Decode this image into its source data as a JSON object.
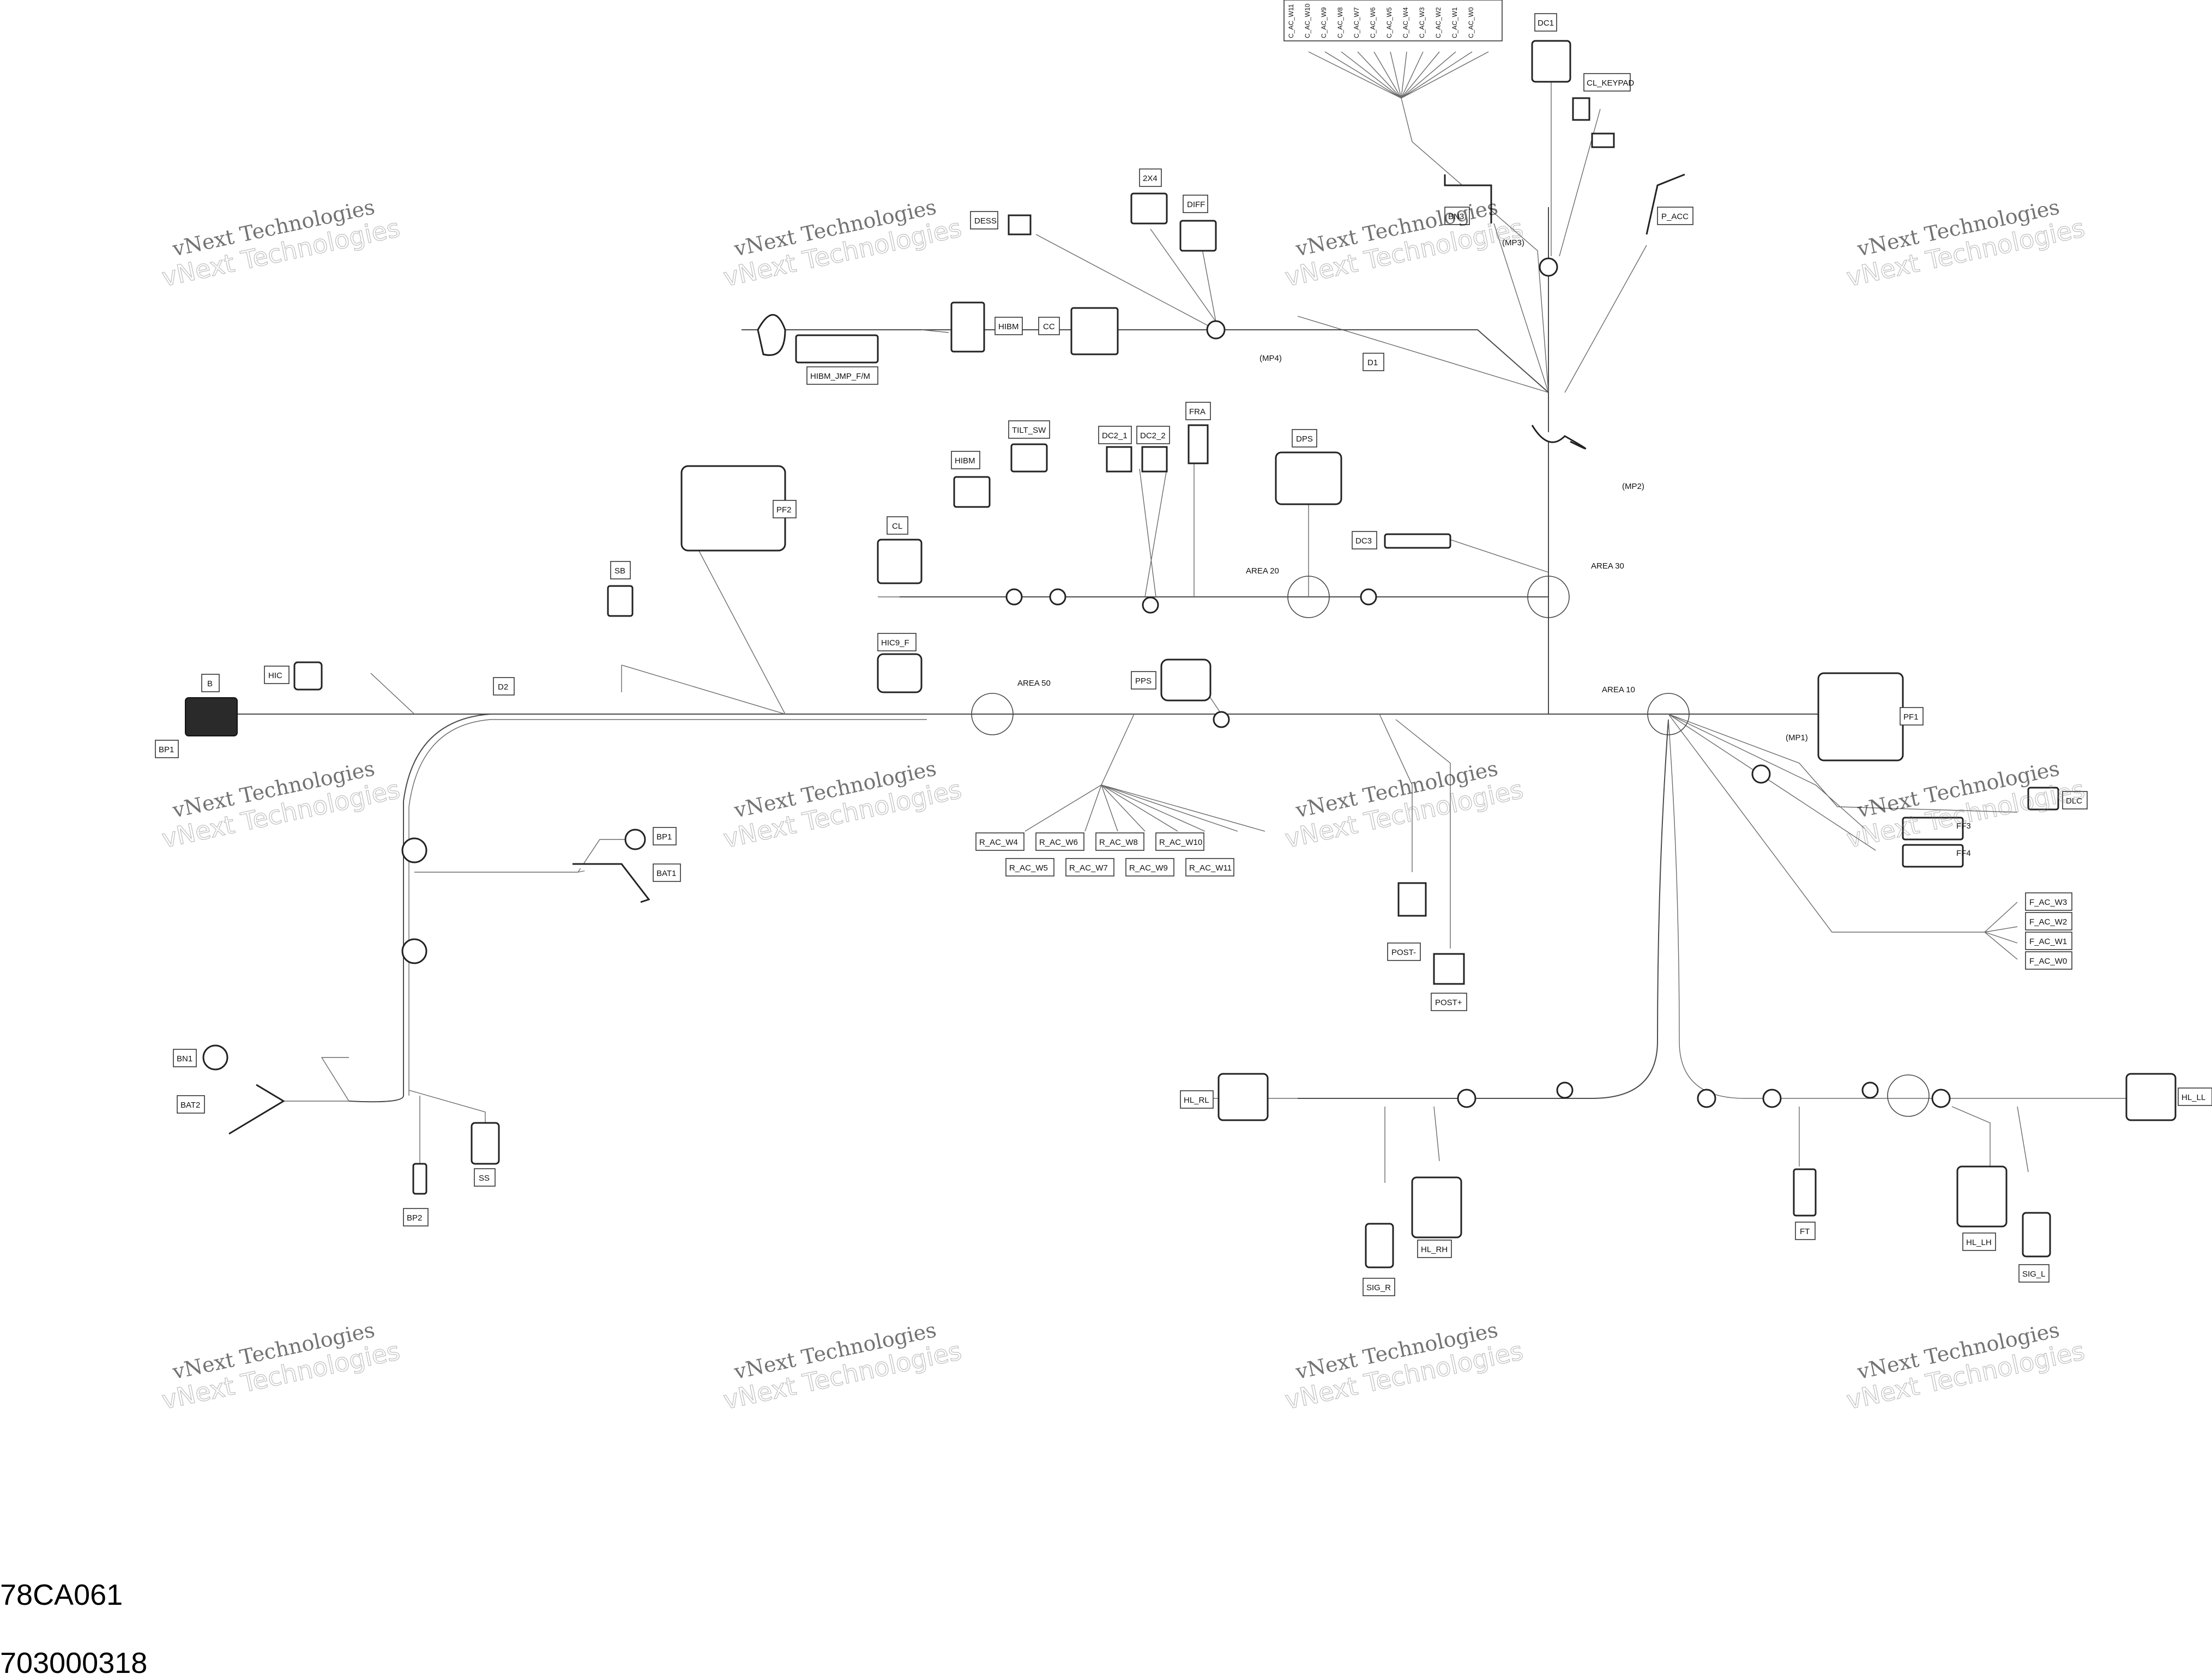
{
  "watermark": {
    "line1": "vNext Technologies",
    "line2": "vNext Technologies"
  },
  "connectors": {
    "c_ac": [
      "C_AC_W11",
      "C_AC_W10",
      "C_AC_W9",
      "C_AC_W8",
      "C_AC_W7",
      "C_AC_W6",
      "C_AC_W5",
      "C_AC_W4",
      "C_AC_W3",
      "C_AC_W2",
      "C_AC_W1",
      "C_AC_W0"
    ],
    "dc1": "DC1",
    "cl_keypad": "CL_KEYPAD",
    "bn3": "BN3",
    "mp3": "(MP3)",
    "p_acc": "P_ACC",
    "twox4": "2X4",
    "diff": "DIFF",
    "dess": "DESS",
    "hibm_top": "HIBM",
    "cc": "CC",
    "mp4": "(MP4)",
    "d1": "D1",
    "hibm_jmp": "HIBM_JMP_F/M",
    "mp2": "(MP2)",
    "tilt_sw": "TILT_SW",
    "dc2_1": "DC2_1",
    "dc2_2": "DC2_2",
    "fra": "FRA",
    "hibm_mid": "HIBM",
    "dps": "DPS",
    "pf2": "PF2",
    "cl": "CL",
    "dc3": "DC3",
    "sb": "SB",
    "area20": "AREA 20",
    "area30": "AREA 30",
    "hic9_f": "HIC9_F",
    "area50": "AREA 50",
    "pps": "PPS",
    "area10": "AREA 10",
    "pf1": "PF1",
    "mp1": "(MP1)",
    "dlc": "DLC",
    "ff3": "FF3",
    "ff4": "FF4",
    "b": "B",
    "hic": "HIC",
    "d2": "D2",
    "bp1_left": "BP1",
    "bp1_mid": "BP1",
    "bat1": "BAT1",
    "r_ac_top": [
      "R_AC_W4",
      "R_AC_W6",
      "R_AC_W8",
      "R_AC_W10"
    ],
    "r_ac_bottom": [
      "R_AC_W5",
      "R_AC_W7",
      "R_AC_W9",
      "R_AC_W11"
    ],
    "f_ac": [
      "F_AC_W3",
      "F_AC_W2",
      "F_AC_W1",
      "F_AC_W0"
    ],
    "post_minus": "POST-",
    "post_plus": "POST+",
    "bn1": "BN1",
    "bat2": "BAT2",
    "ss": "SS",
    "bp2": "BP2",
    "hl_rl": "HL_RL",
    "hl_rh": "HL_RH",
    "sig_r": "SIG_R",
    "ft": "FT",
    "hl_lh": "HL_LH",
    "sig_l": "SIG_L",
    "hl_ll": "HL_LL"
  },
  "codes": {
    "line1": "78CA061",
    "line2": "703000318"
  }
}
